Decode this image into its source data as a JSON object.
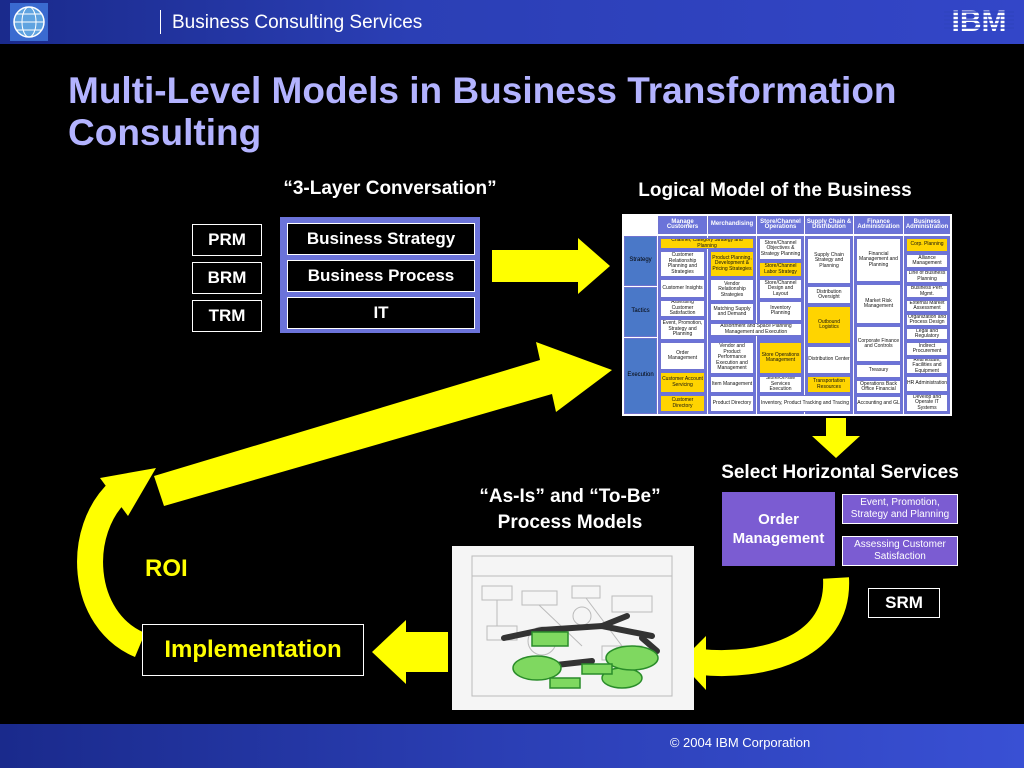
{
  "header": {
    "title": "Business Consulting Services",
    "logo_text": "IBM"
  },
  "page_title": "Multi-Level Models in Business Transformation Consulting",
  "three_layer": {
    "label": "“3-Layer Conversation”",
    "left": [
      "PRM",
      "BRM",
      "TRM"
    ],
    "right": [
      "Business Strategy",
      "Business Process",
      "IT"
    ]
  },
  "logical_model": {
    "label": "Logical Model of the Business",
    "columns": [
      "Manage Customers",
      "Merchandising",
      "Store/Channel Operations",
      "Supply Chain & Distribution",
      "Finance Administration",
      "Business Administration"
    ],
    "rows": [
      "Strategy",
      "Tactics",
      "Execution"
    ],
    "cells": [
      "Channel, Category Strategy and Planning",
      "Customer Relationship Planning and Strategies",
      "Product Planning, Development & Pricing Strategies",
      "Customer Insights",
      "Assessing Customer Satisfaction",
      "Event, Promotion, Strategy and Planning",
      "Order Management",
      "Customer Account Servicing",
      "Customer Directory",
      "Vendor Relationship Strategies",
      "Matching Supply and Demand",
      "Assortment and Space Planning Management and Execution",
      "Vendor and Product Performance Execution and Management",
      "Item Management",
      "Product Directory",
      "Store/Channel Objectives & Strategy Planning",
      "Store/Channel Labor Strategy",
      "Store/Channel Design and Layout",
      "Inventory Planning",
      "Store Operations Management",
      "Store/Off-site Services Execution",
      "Inventory, Product Tracking and Tracing",
      "Supply Chain Strategy and Planning",
      "Distribution Oversight",
      "Outbound Logistics",
      "Distribution Center",
      "Transportation Resources",
      "Financial Management and Planning",
      "Market Risk Management",
      "Corporate Finance and Controls",
      "Treasury",
      "Operations Back Office Financial",
      "Accounting and GL",
      "Corp. Planning",
      "Alliance Management",
      "Line of Business Planning",
      "Business Perf. Mgmt.",
      "External Market Assessment",
      "Organization and Process Design",
      "Legal and Regulatory",
      "Indirect Procurement",
      "Real Estate, Facilities and Equipment",
      "HR Administration",
      "Develop and Operate IT Systems"
    ]
  },
  "select_services": {
    "label": "Select Horizontal Services",
    "main": "Order Management",
    "items": [
      "Event, Promotion, Strategy and Planning",
      "Assessing Customer Satisfaction"
    ],
    "srm": "SRM"
  },
  "process_models": {
    "label_line1": "“As-Is” and “To-Be”",
    "label_line2": "Process Models"
  },
  "roi": "ROI",
  "implementation": "Implementation",
  "footer": {
    "copyright": "© 2004 IBM Corporation"
  },
  "colors": {
    "accent": "#6b73d9",
    "arrow": "#ffff00",
    "title": "#b3b3ff",
    "header": "#2b3fb5"
  }
}
